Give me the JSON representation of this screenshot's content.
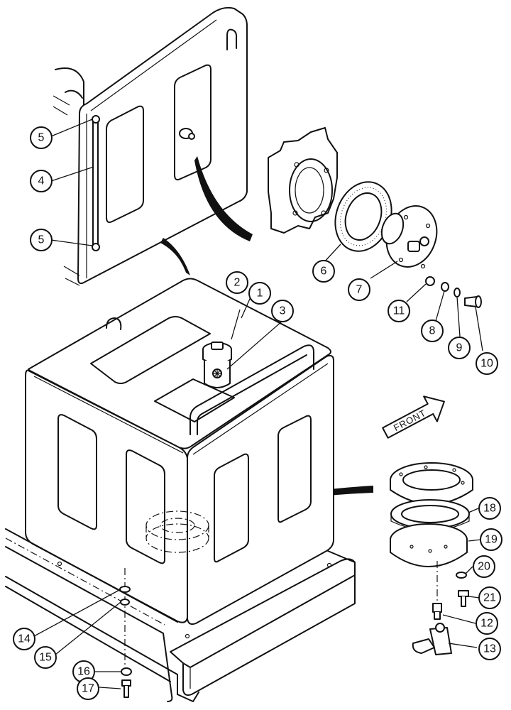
{
  "figure": {
    "front_label": "FRONT",
    "callouts": [
      "1",
      "2",
      "3",
      "4",
      "5",
      "6",
      "7",
      "8",
      "9",
      "10",
      "11",
      "12",
      "13",
      "14",
      "15",
      "16",
      "17",
      "18",
      "19",
      "20",
      "21"
    ]
  },
  "colors": {
    "ink": "#111111",
    "paper": "#ffffff"
  }
}
